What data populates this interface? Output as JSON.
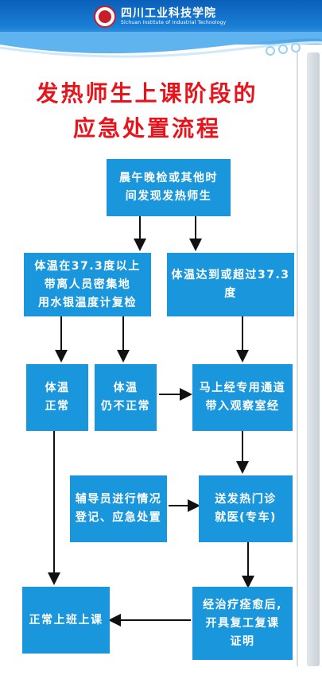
{
  "header": {
    "school_name_cn": "四川工业科技学院",
    "school_name_en": "Sichuan Institute of Industrial Technology"
  },
  "title": {
    "line1": "发热师生上课阶段的",
    "line2": "应急处置流程"
  },
  "nodes": {
    "start": [
      "晨午晚检或其他时",
      "间发现发热师生"
    ],
    "below_373": [
      "体温在37.3度以上",
      "带离人员密集地",
      "用水银温度计复检"
    ],
    "above_373": [
      "体温达到或超过37.3度"
    ],
    "normal": [
      "体温",
      "正常"
    ],
    "still_abnormal": [
      "体温",
      "仍不正常"
    ],
    "observation_room": [
      "马上经专用通道",
      "带入观察室经"
    ],
    "counselor": [
      "辅导员进行情况",
      "登记、应急处置"
    ],
    "fever_clinic": [
      "送发热门诊",
      "就医(专车)"
    ],
    "back_to_class": [
      "正常上班上课"
    ],
    "recovery": [
      "经治疗痊愈后,",
      "开具复工复课",
      "证明"
    ]
  },
  "colors": {
    "box": "#1a96dc",
    "title": "#e8141c",
    "header": "#0a5fb8",
    "arrow": "#111111"
  }
}
